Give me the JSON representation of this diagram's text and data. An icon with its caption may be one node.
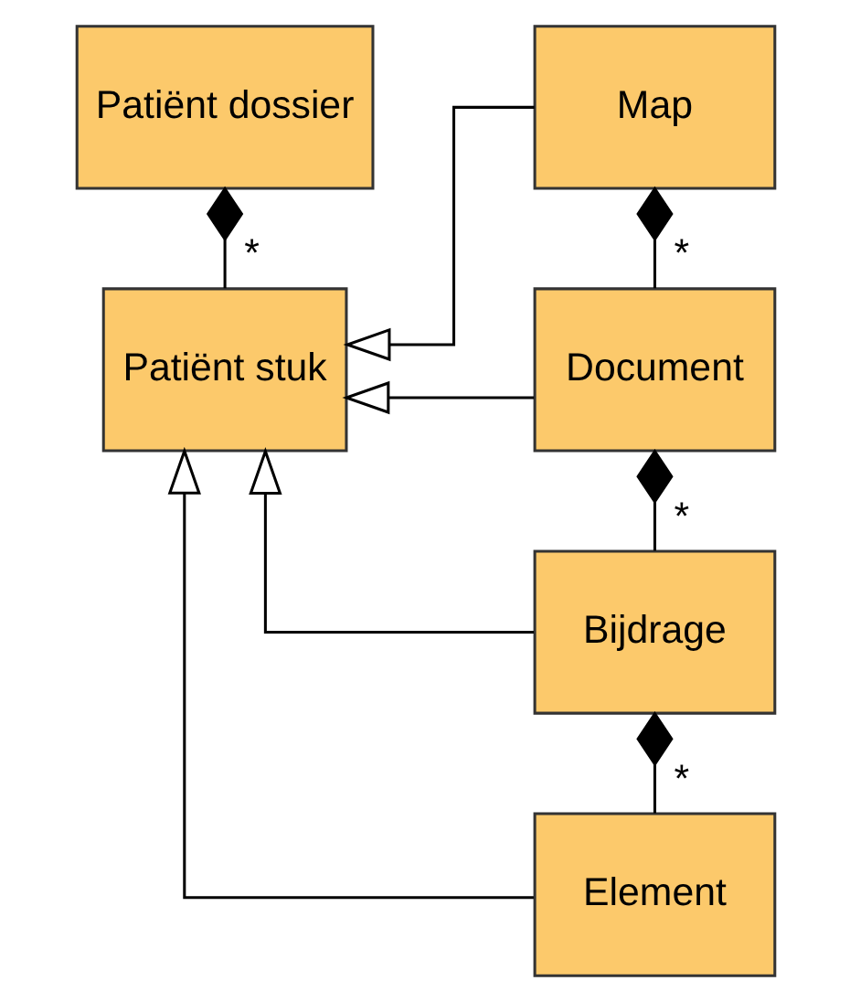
{
  "diagram": {
    "nodes": [
      {
        "text": [
          "Patiënt dossier"
        ]
      },
      {
        "text": [
          "Patiënt stuk"
        ]
      },
      {
        "text": [
          "Map"
        ]
      },
      {
        "text": [
          "Document"
        ]
      },
      {
        "text": [
          "Bijdrage"
        ]
      },
      {
        "text": [
          "Element"
        ]
      }
    ],
    "edges": [
      {
        "from": 0,
        "to": 1,
        "arrow": "other",
        "label": "*"
      },
      {
        "from": 2,
        "to": 3,
        "arrow": "other",
        "label": "*"
      },
      {
        "from": 3,
        "to": 4,
        "arrow": "other",
        "label": "*"
      },
      {
        "from": 4,
        "to": 5,
        "arrow": "other",
        "label": "*"
      },
      {
        "from": 2,
        "to": 1,
        "arrow": "to"
      },
      {
        "from": 3,
        "to": 1,
        "arrow": "to"
      },
      {
        "from": 4,
        "to": 1,
        "arrow": "to"
      },
      {
        "from": 5,
        "to": 1,
        "arrow": "to"
      }
    ]
  }
}
